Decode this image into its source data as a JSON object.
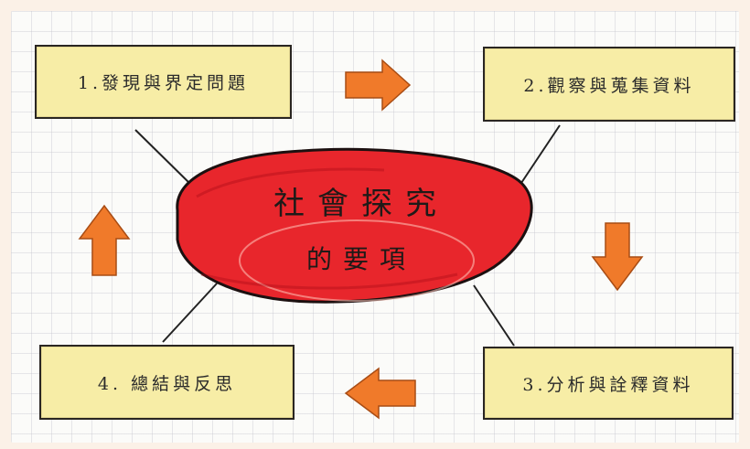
{
  "center": {
    "title": "社會探究",
    "subtitle": "的要項"
  },
  "steps": [
    {
      "label": "1.發現與界定問題"
    },
    {
      "label": "2.觀察與蒐集資料"
    },
    {
      "label": "3.分析與詮釋資料"
    },
    {
      "label": "4. 總結與反思"
    }
  ],
  "colors": {
    "center_fill": "#e8262c",
    "box_fill": "#f7eda6",
    "arrow_fill": "#f07a2a"
  },
  "arrows": [
    {
      "icon": "arrow-right-icon"
    },
    {
      "icon": "arrow-down-icon"
    },
    {
      "icon": "arrow-left-icon"
    },
    {
      "icon": "arrow-up-icon"
    }
  ]
}
